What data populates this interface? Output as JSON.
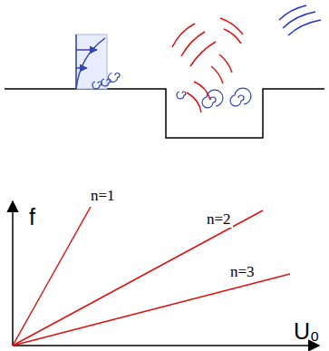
{
  "diagram": {
    "labels": [
      "f",
      "n=1",
      "n=2",
      "n=3",
      "U₀"
    ]
  }
}
